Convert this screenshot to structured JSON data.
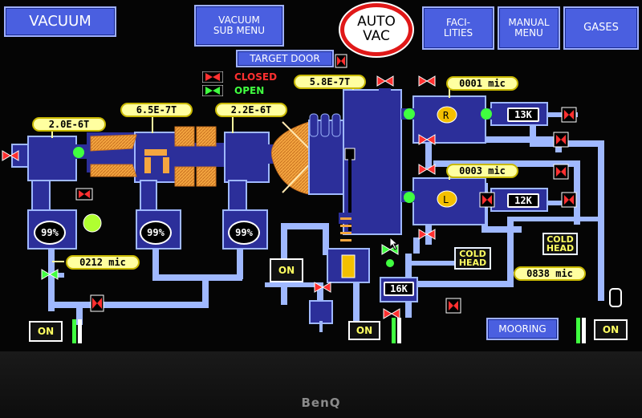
{
  "nav": {
    "vacuum": "VACUUM",
    "vacuum_sub_menu": "VACUUM\nSUB MENU",
    "auto_vac": "AUTO\nVAC",
    "facilities": "FACI-\nLITIES",
    "manual_menu": "MANUAL\nMENU",
    "gases": "GASES",
    "target_door": "TARGET DOOR",
    "mooring": "MOORING"
  },
  "legend": {
    "closed": "CLOSED",
    "open": "OPEN",
    "closed_color": "#ff3030",
    "open_color": "#40ff40"
  },
  "gauges": {
    "g1": "2.0E-6T",
    "g2": "6.5E-7T",
    "g3": "2.2E-6T",
    "g4": "5.8E-7T",
    "mic_top": "0001 mic",
    "mic_mid": "0003 mic",
    "mic_left": "0212 mic",
    "mic_right": "0838 mic"
  },
  "pumps": {
    "p1": "99%",
    "p2": "99%",
    "p3": "99%"
  },
  "cryo": {
    "r_label": "R",
    "l_label": "L",
    "k13": "13K",
    "k12": "12K",
    "k16": "16K"
  },
  "status": {
    "on_1": "ON",
    "on_2": "ON",
    "on_3": "ON",
    "on_4": "ON",
    "cold_head_1": "COLD\nHEAD",
    "cold_head_2": "COLD\nHEAD"
  },
  "brand": "BenQ",
  "colors": {
    "vessel": "#2c2f9a",
    "pipe": "#9fb8ff",
    "accent_orange": "#f4a640",
    "gauge_tag": "#ffffa0",
    "valve_open": "#40ff40",
    "valve_closed": "#ff3030"
  }
}
